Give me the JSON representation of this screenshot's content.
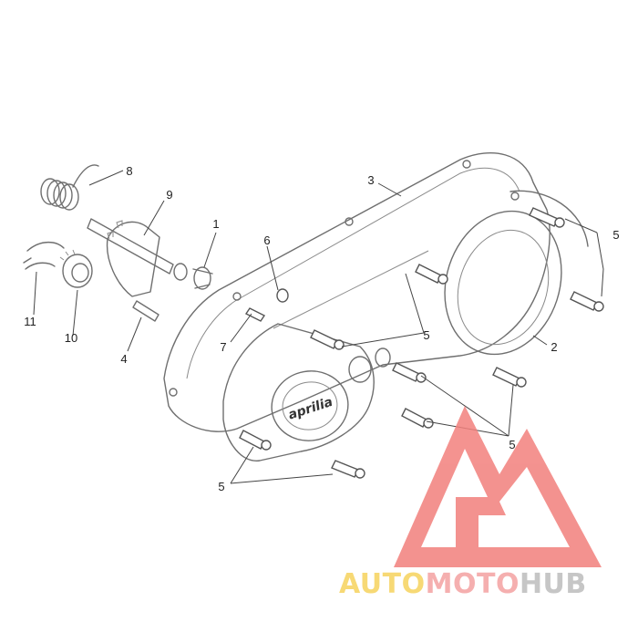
{
  "diagram": {
    "callouts": [
      "1",
      "2",
      "3",
      "4",
      "5",
      "6",
      "7",
      "8",
      "9",
      "10",
      "11"
    ],
    "cover_logo_text": "aprilia"
  },
  "watermark": {
    "part1": "AUTO",
    "part2": "MOTO",
    "part3": "HUB",
    "colors": {
      "part1": "#f6d35e",
      "part2": "#f4a2a2",
      "part3": "#bdbdbd",
      "triangle": "#f2807c"
    }
  }
}
